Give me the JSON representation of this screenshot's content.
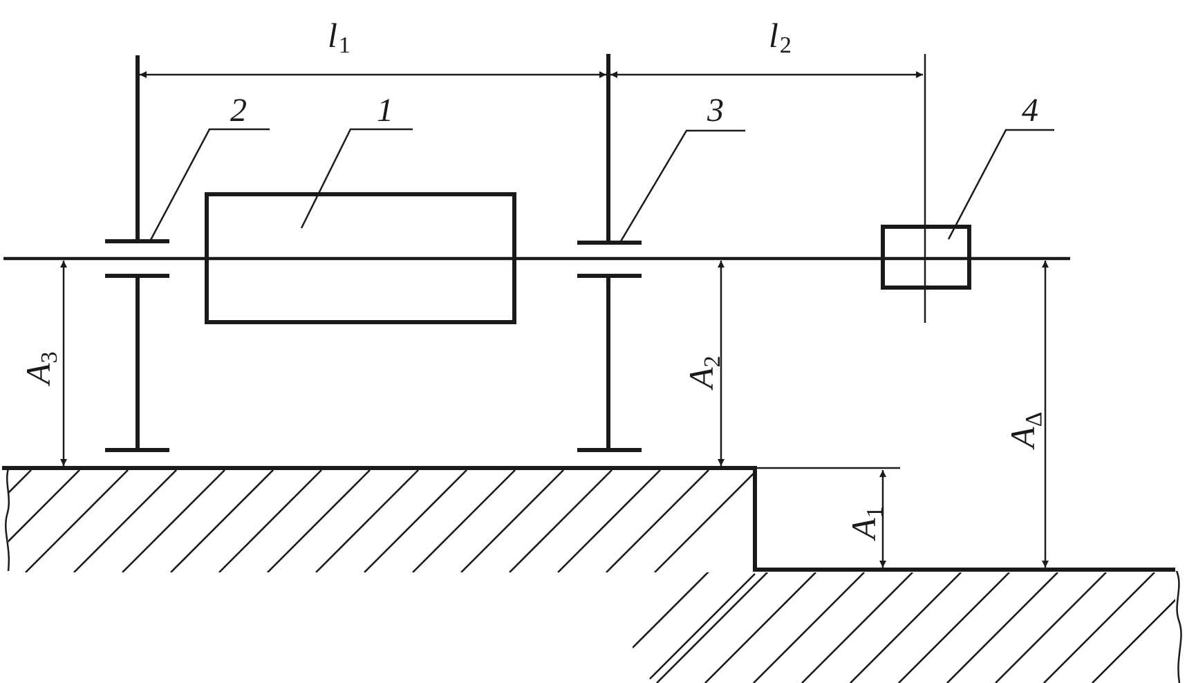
{
  "dimensions": {
    "l1": {
      "main": "l",
      "sub": "1"
    },
    "l2": {
      "main": "l",
      "sub": "2"
    },
    "A1": {
      "main": "A",
      "sub": "1"
    },
    "A2": {
      "main": "A",
      "sub": "2"
    },
    "A3": {
      "main": "A",
      "sub": "3"
    },
    "Adelta": {
      "main": "A",
      "sub": "Δ"
    }
  },
  "callouts": {
    "part1": "1",
    "part2": "2",
    "part3": "3",
    "part4": "4"
  },
  "colors": {
    "ink": "#1a1a1a",
    "background": "#ffffff"
  }
}
